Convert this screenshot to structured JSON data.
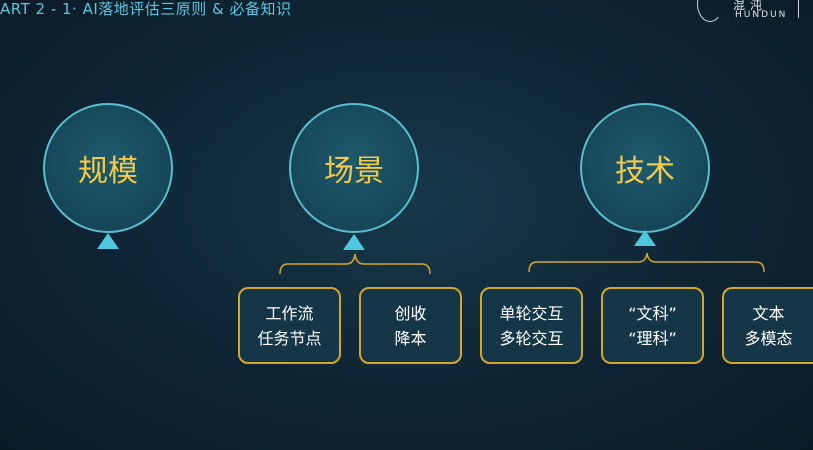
{
  "header": {
    "title": "ART 2 - 1· AI落地评估三原则 & 必备知识"
  },
  "logo": {
    "cn": "混沌",
    "en": "HUNDUN"
  },
  "principles": [
    {
      "label": "规模"
    },
    {
      "label": "场景"
    },
    {
      "label": "技术"
    }
  ],
  "cards": [
    {
      "line1": "工作流",
      "line2": "任务节点"
    },
    {
      "line1": "创收",
      "line2": "降本"
    },
    {
      "line1": "单轮交互",
      "line2": "多轮交互"
    },
    {
      "line1": "“文科”",
      "line2": "“理科”"
    },
    {
      "line1": "文本",
      "line2": "多模态"
    }
  ],
  "colors": {
    "accent_cyan": "#4fc6e0",
    "label_gold": "#f2c94c",
    "card_border": "#d4a72c"
  }
}
